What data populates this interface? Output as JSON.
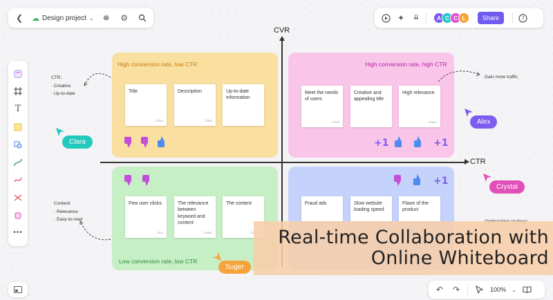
{
  "header": {
    "project_name": "Design project",
    "share_label": "Share",
    "avatars": [
      {
        "letter": "A",
        "color": "#7c5cf0"
      },
      {
        "letter": "C",
        "color": "#1ec8c8"
      },
      {
        "letter": "C",
        "color": "#e14fd0"
      },
      {
        "letter": "L",
        "color": "#f5a33a"
      }
    ]
  },
  "axes": {
    "x_label": "CTR",
    "y_label": "CVR"
  },
  "quadrants": {
    "top_left": {
      "title": "High conversion rate, low CTR",
      "color": "#f9dfa0",
      "title_color": "#c77c10",
      "notes": [
        {
          "text": "Title",
          "sig": "Clara"
        },
        {
          "text": "Description",
          "sig": "Clara"
        },
        {
          "text": "Up-to-date information",
          "sig": ""
        }
      ]
    },
    "top_right": {
      "title": "High conversion rate, high CTR",
      "color": "#f9c6ea",
      "title_color": "#b8239e",
      "notes": [
        {
          "text": "Meet the needs of users",
          "sig": "Clara"
        },
        {
          "text": "Creative and appealing title",
          "sig": ""
        },
        {
          "text": "High relevance",
          "sig": "Suger"
        }
      ],
      "plus_left": "+1",
      "plus_right": "+1"
    },
    "bottom_left": {
      "title": "Low conversion rate, low CTR",
      "color": "#c7efc6",
      "title_color": "#2f8a3a",
      "notes": [
        {
          "text": "Few user clicks",
          "sig": "Alex"
        },
        {
          "text": "The relevance between keyword and content",
          "sig": "Suger"
        },
        {
          "text": "The content",
          "sig": "Crystal"
        }
      ]
    },
    "bottom_right": {
      "color": "#c5d2fb",
      "notes": [
        {
          "text": "Fraud ads",
          "sig": ""
        },
        {
          "text": "Slow website loading speed",
          "sig": ""
        },
        {
          "text": "Flaws of the product",
          "sig": ""
        }
      ],
      "plus": "+1"
    }
  },
  "side_notes": {
    "ctr": {
      "heading": "CTR:",
      "items": [
        "· Creative",
        "· Up-to-date"
      ]
    },
    "traffic": "Gain more traffic",
    "content": {
      "heading": "Content:",
      "items": [
        "· Relevance",
        "· Easy-to-read"
      ]
    },
    "optimization": "Optimization strategy:"
  },
  "cursors": [
    {
      "name": "Clara",
      "color": "#23c9bd"
    },
    {
      "name": "Alex",
      "color": "#7d5cf0"
    },
    {
      "name": "Crystal",
      "color": "#e14fb8"
    },
    {
      "name": "Suger",
      "color": "#f5a33a"
    }
  ],
  "zoom": "100%",
  "banner": {
    "line1": "Real-time Collaboration with",
    "line2": "Online Whiteboard"
  }
}
